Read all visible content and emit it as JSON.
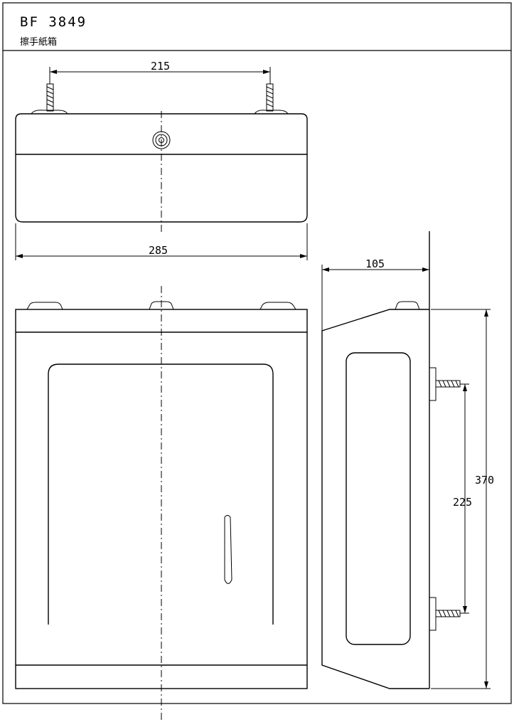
{
  "title_block": {
    "model": "BF  3849",
    "product_name": "擦手紙箱"
  },
  "dimensions": {
    "bolt_spacing_top": "215",
    "overall_width": "285",
    "depth": "105",
    "overall_height": "370",
    "bolt_spacing_side": "225"
  },
  "views": [
    "top-view",
    "front-view",
    "side-view"
  ]
}
